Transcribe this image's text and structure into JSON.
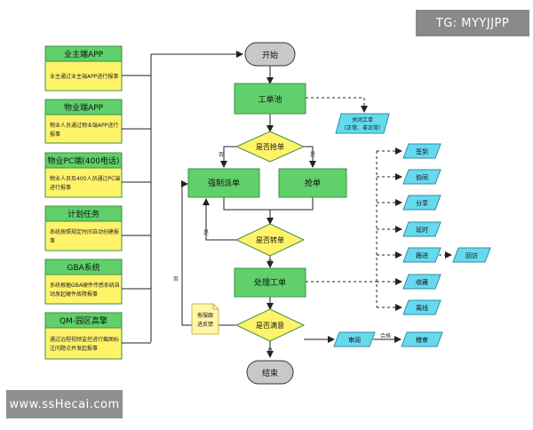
{
  "watermarks": {
    "top_right": "TG: MYYJJPP",
    "bottom_left": "www.ssHecai.com"
  },
  "sources": [
    {
      "title": "业主端APP",
      "desc": [
        "业主通过业主端APP进行报事"
      ]
    },
    {
      "title": "物业端APP",
      "desc": [
        "物业人员通过物业端APP进行",
        "报事"
      ]
    },
    {
      "title": "物业PC端(400电话)",
      "desc": [
        "物业人员及400人员通过PC端",
        "进行报事"
      ]
    },
    {
      "title": "计划任务",
      "desc": [
        "系统按照规定时间自动创建报",
        "事"
      ]
    },
    {
      "title": "GBA系统",
      "desc": [
        "系统根据GBA硬件传感系统自",
        "动发起硬件故障报事"
      ]
    },
    {
      "title": "QM-园区高擎",
      "desc": [
        "通过远程视频监控进行截图标",
        "注问题点并发起报事"
      ]
    }
  ],
  "flow": {
    "start": "开始",
    "pool": "工单池",
    "close": [
      "关闭工单",
      "（正常、非正常）"
    ],
    "decide_grab": "是否抢单",
    "forced": "强制派单",
    "grab": "抢单",
    "decide_transfer": "是否转单",
    "process": "处理工单",
    "decide_satisfied": "是否满意",
    "review": "审阅",
    "audit": "稽审",
    "end": "结束",
    "note": [
      "客服跟",
      "进反馈"
    ]
  },
  "actions": [
    "签到",
    "协同",
    "分享",
    "延时",
    "跟进",
    "收藏",
    "离线"
  ],
  "followup": "回访",
  "edge_labels": {
    "no": "否",
    "yes": "是",
    "qualified": "合格"
  },
  "colors": {
    "green": "#5fd06a",
    "green_border": "#3f8f46",
    "yellow": "#fff36a",
    "cyan": "#66d9ef",
    "gray": "#c8c8c8"
  }
}
